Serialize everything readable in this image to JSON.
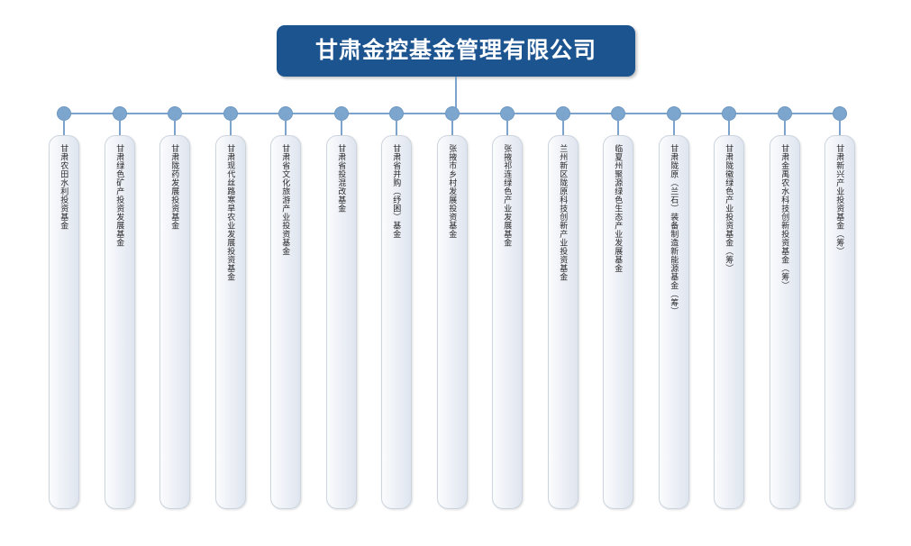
{
  "diagram": {
    "type": "organization-chart",
    "orientation": "top-down-with-horizontal-bus",
    "colors": {
      "root_background": "#1c5490",
      "root_text": "#ffffff",
      "connector": "#7ba3cc",
      "node_dot": "#7da6ce",
      "leaf_border": "#ccd4de",
      "leaf_background_start": "#fbfcfd",
      "leaf_background_end": "#dfe5ef",
      "leaf_text": "#262626",
      "page_background": "#ffffff"
    },
    "root": {
      "label": "甘肃金控基金管理有限公司"
    },
    "children": [
      {
        "label": "甘肃农田水利投资基金"
      },
      {
        "label": "甘肃绿色矿产投资发展基金"
      },
      {
        "label": "甘肃陇药发展投资基金"
      },
      {
        "label": "甘肃现代丝路寒旱农业发展投资基金"
      },
      {
        "label": "甘肃省文化旅游产业投资基金"
      },
      {
        "label": "甘肃省投混改基金"
      },
      {
        "label": "甘肃省并购（纾困）基金"
      },
      {
        "label": "张掖市乡村发展投资基金"
      },
      {
        "label": "张掖祁连绿色产业发展基金"
      },
      {
        "label": "兰州新区陇原科技创新产业投资基金"
      },
      {
        "label": "临夏州聚源绿色生态产业发展基金"
      },
      {
        "label": "甘肃陇原（兰石）装备制造新能源基金（筹）"
      },
      {
        "label": "甘肃陇徽绿色产业投资基金（筹）"
      },
      {
        "label": "甘肃金禹农水科技创新投资基金（筹）"
      },
      {
        "label": "甘肃新兴产业投资基金（筹）"
      }
    ]
  }
}
